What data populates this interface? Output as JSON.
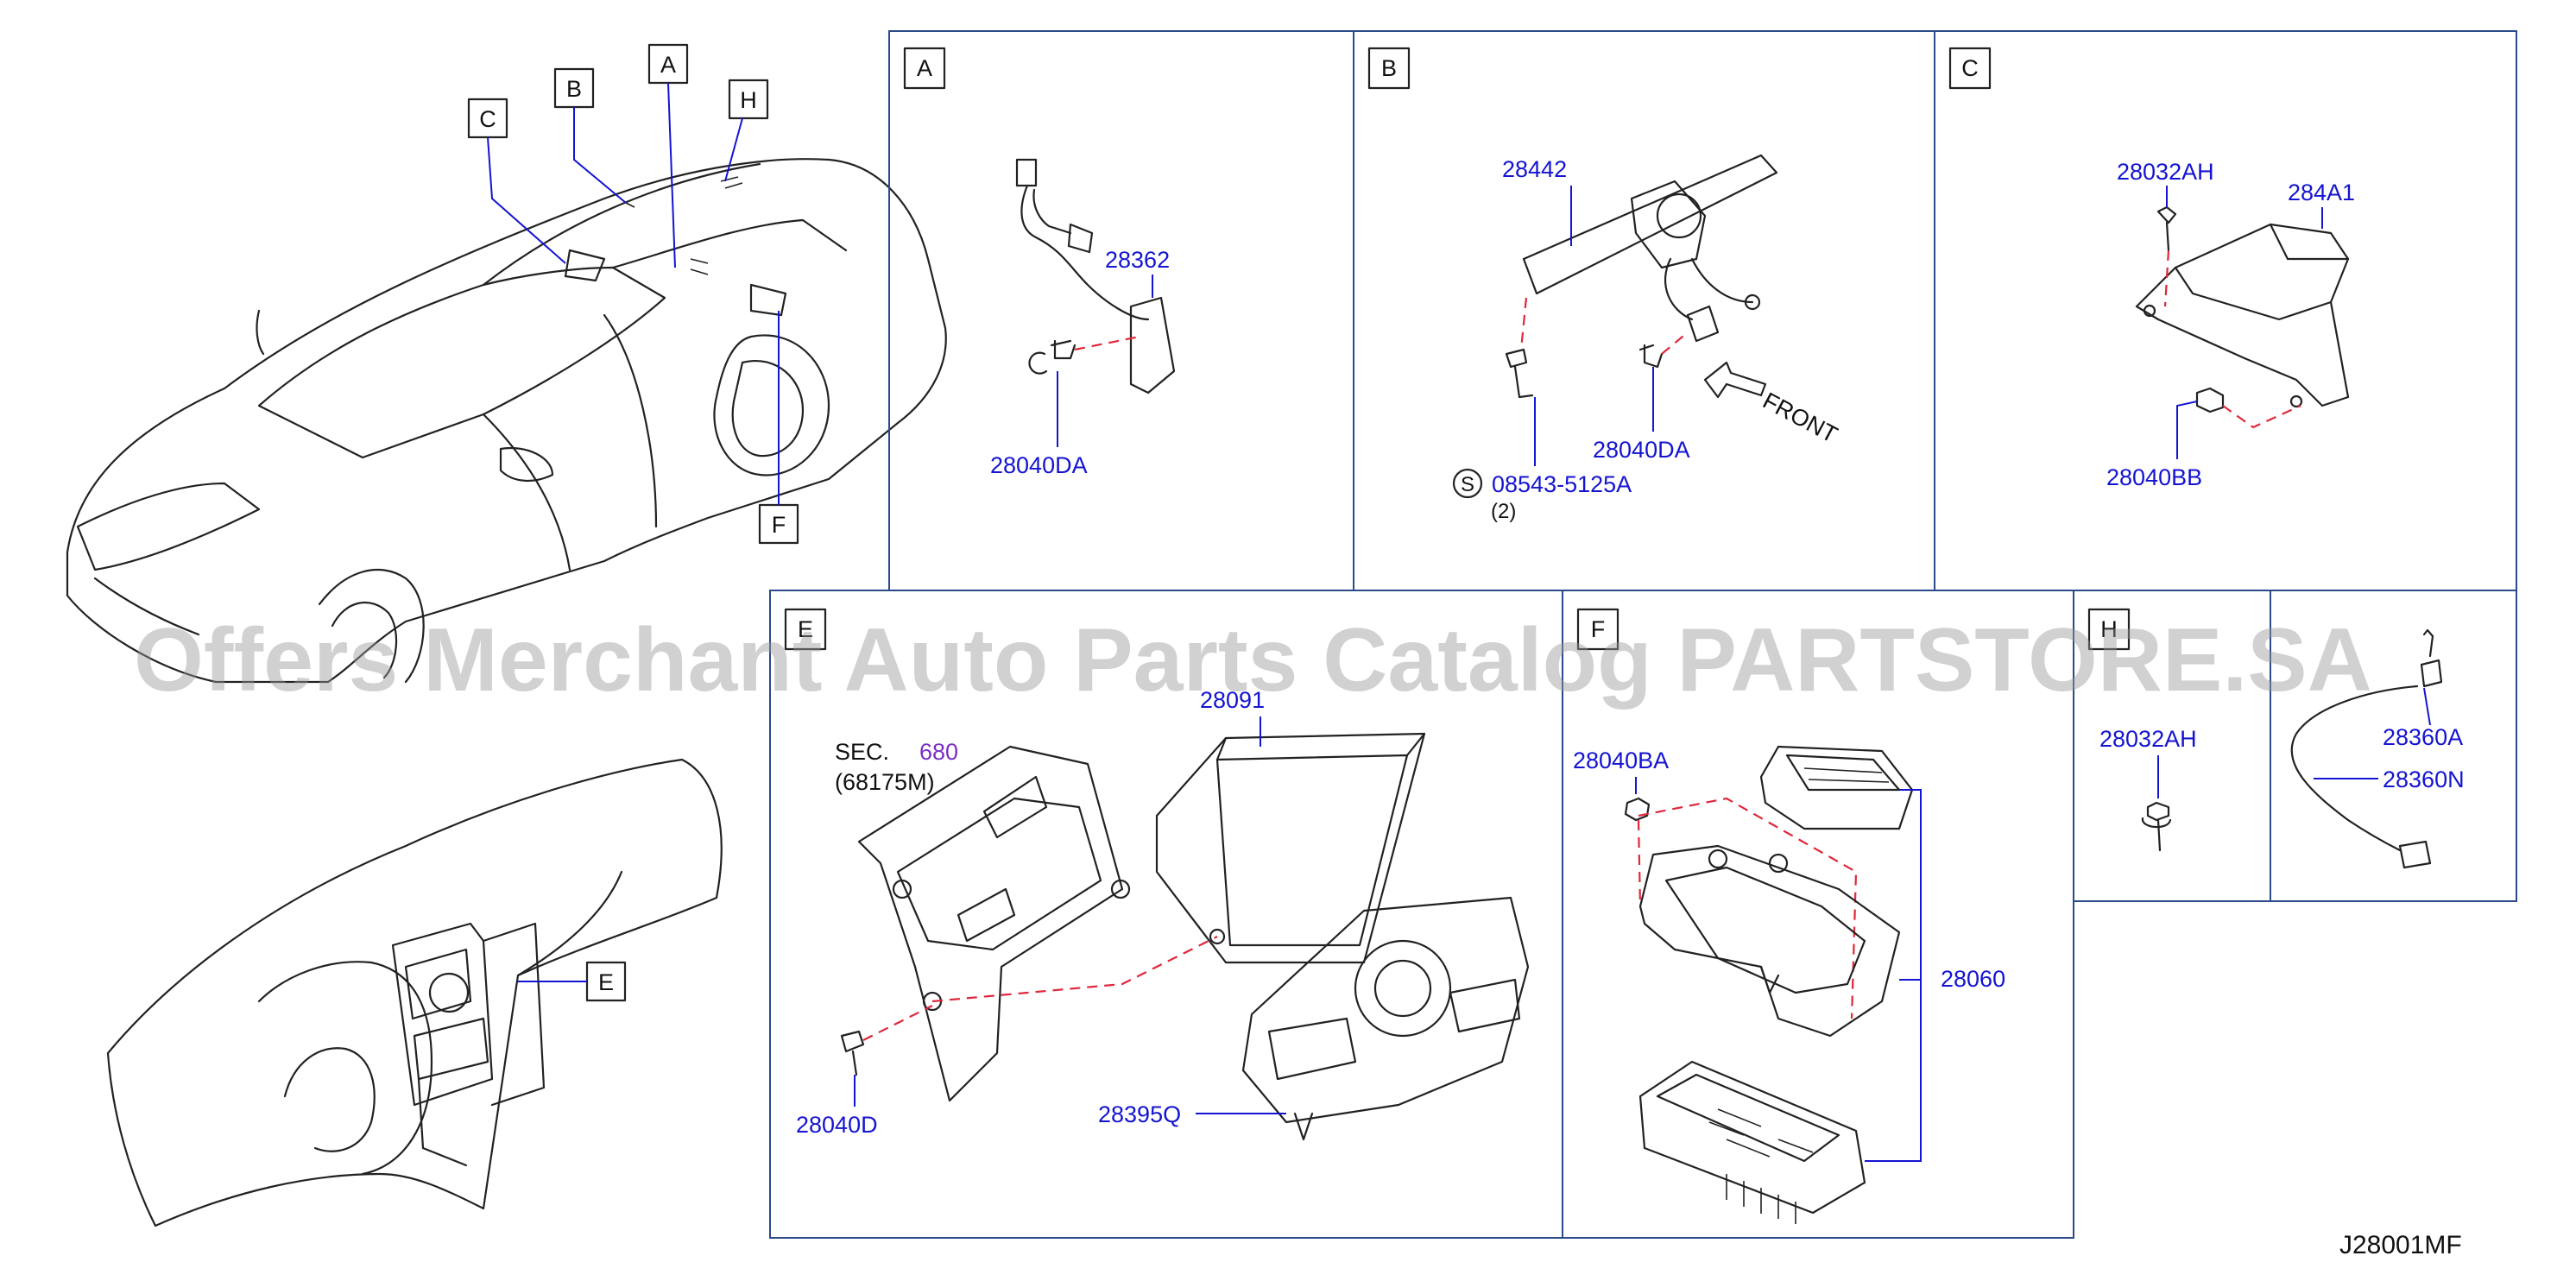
{
  "diagram_code": "J28001MF",
  "watermark": "Offers Merchant Auto Parts Catalog PARTSTORE.SA",
  "overview_callouts": [
    "A",
    "B",
    "C",
    "E",
    "F",
    "H"
  ],
  "sections": {
    "A": {
      "label": "A",
      "parts": [
        "28362",
        "28040DA"
      ]
    },
    "B": {
      "label": "B",
      "parts": [
        "28442",
        "28040DA",
        "08543-5125A"
      ],
      "symbol": "S",
      "quantity": "(2)",
      "direction": "FRONT"
    },
    "C": {
      "label": "C",
      "parts": [
        "28032AH",
        "284A1",
        "28040BB"
      ]
    },
    "E": {
      "label": "E",
      "sec_prefix": "SEC.",
      "sec_number": "680",
      "sec_ref": "(68175M)",
      "parts": [
        "28091",
        "28040D",
        "28395Q"
      ]
    },
    "F": {
      "label": "F",
      "parts": [
        "28040BA",
        "28060"
      ]
    },
    "H": {
      "label": "H",
      "parts": [
        "28032AH",
        "28360A",
        "28360N"
      ]
    }
  },
  "colors": {
    "part_number": "#1414d2",
    "frame": "#2a4a8a",
    "dashed_leader": "#e0263a",
    "section_link": "#7a2ec8"
  }
}
